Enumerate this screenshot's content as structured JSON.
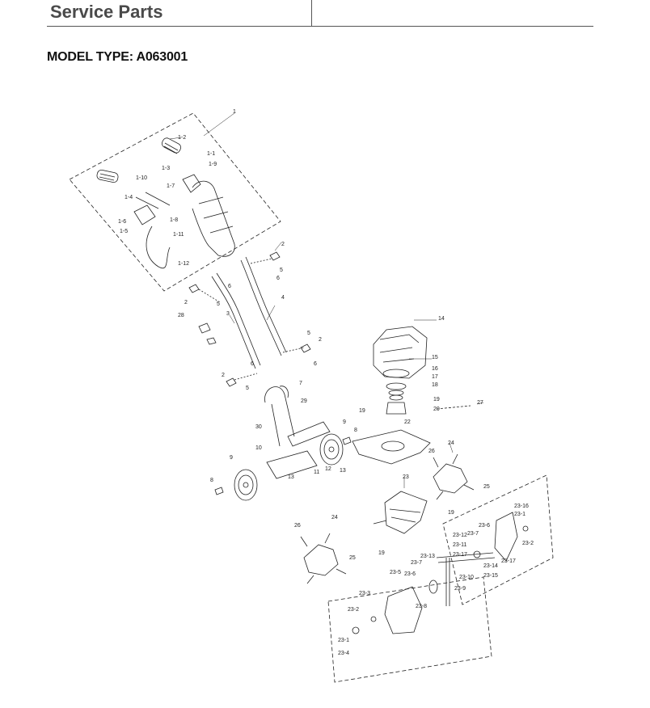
{
  "header": {
    "title": "Service Parts"
  },
  "model": {
    "label": "MODEL TYPE: A063001"
  },
  "diagram": {
    "callouts": [
      {
        "id": "c1",
        "text": "1"
      },
      {
        "id": "c1-1",
        "text": "1-1"
      },
      {
        "id": "c1-2",
        "text": "1-2"
      },
      {
        "id": "c1-3",
        "text": "1-3"
      },
      {
        "id": "c1-9",
        "text": "1-9"
      },
      {
        "id": "c1-10",
        "text": "1-10"
      },
      {
        "id": "c1-7",
        "text": "1-7"
      },
      {
        "id": "c1-4",
        "text": "1-4"
      },
      {
        "id": "c1-6",
        "text": "1-6"
      },
      {
        "id": "c1-8",
        "text": "1-8"
      },
      {
        "id": "c1-5",
        "text": "1-5"
      },
      {
        "id": "c1-11",
        "text": "1-11"
      },
      {
        "id": "c1-12",
        "text": "1-12"
      },
      {
        "id": "c2a",
        "text": "2"
      },
      {
        "id": "c5a",
        "text": "5"
      },
      {
        "id": "c6a",
        "text": "6"
      },
      {
        "id": "c6b",
        "text": "6"
      },
      {
        "id": "c2b",
        "text": "2"
      },
      {
        "id": "c5b",
        "text": "5"
      },
      {
        "id": "c4",
        "text": "4"
      },
      {
        "id": "c3",
        "text": "3"
      },
      {
        "id": "c28",
        "text": "28"
      },
      {
        "id": "c5c",
        "text": "5"
      },
      {
        "id": "c2c",
        "text": "2"
      },
      {
        "id": "c6c",
        "text": "6"
      },
      {
        "id": "c6d",
        "text": "6"
      },
      {
        "id": "c2d",
        "text": "2"
      },
      {
        "id": "c5d",
        "text": "5"
      },
      {
        "id": "c14",
        "text": "14"
      },
      {
        "id": "c15",
        "text": "15"
      },
      {
        "id": "c16",
        "text": "16"
      },
      {
        "id": "c17",
        "text": "17"
      },
      {
        "id": "c18",
        "text": "18"
      },
      {
        "id": "c7",
        "text": "7"
      },
      {
        "id": "c19a",
        "text": "19"
      },
      {
        "id": "c19b",
        "text": "19"
      },
      {
        "id": "c22",
        "text": "22"
      },
      {
        "id": "c20",
        "text": "20"
      },
      {
        "id": "c27",
        "text": "27"
      },
      {
        "id": "c29",
        "text": "29"
      },
      {
        "id": "c9a",
        "text": "9"
      },
      {
        "id": "c8a",
        "text": "8"
      },
      {
        "id": "c30",
        "text": "30"
      },
      {
        "id": "c10",
        "text": "10"
      },
      {
        "id": "c26a",
        "text": "26"
      },
      {
        "id": "c24a",
        "text": "24"
      },
      {
        "id": "c12",
        "text": "12"
      },
      {
        "id": "c13a",
        "text": "13"
      },
      {
        "id": "c11",
        "text": "11"
      },
      {
        "id": "c13b",
        "text": "13"
      },
      {
        "id": "c9b",
        "text": "9"
      },
      {
        "id": "c8b",
        "text": "8"
      },
      {
        "id": "c25a",
        "text": "25"
      },
      {
        "id": "c23",
        "text": "23"
      },
      {
        "id": "c19c",
        "text": "19"
      },
      {
        "id": "c26b",
        "text": "26"
      },
      {
        "id": "c24b",
        "text": "24"
      },
      {
        "id": "c25b",
        "text": "25"
      },
      {
        "id": "c19d",
        "text": "19"
      },
      {
        "id": "c23-16",
        "text": "23-16"
      },
      {
        "id": "c23-1a",
        "text": "23-1"
      },
      {
        "id": "c23-6a",
        "text": "23-6"
      },
      {
        "id": "c23-2a",
        "text": "23-2"
      },
      {
        "id": "c23-7a",
        "text": "23-7"
      },
      {
        "id": "c23-12",
        "text": "23-12"
      },
      {
        "id": "c23-11",
        "text": "23-11"
      },
      {
        "id": "c23-17a",
        "text": "23-17"
      },
      {
        "id": "c23-13",
        "text": "23-13"
      },
      {
        "id": "c23-17b",
        "text": "23-17"
      },
      {
        "id": "c23-14",
        "text": "23-14"
      },
      {
        "id": "c23-15",
        "text": "23-15"
      },
      {
        "id": "c23-10",
        "text": "23-10"
      },
      {
        "id": "c23-7b",
        "text": "23-7"
      },
      {
        "id": "c23-5",
        "text": "23-5"
      },
      {
        "id": "c23-6b",
        "text": "23-6"
      },
      {
        "id": "c23-9",
        "text": "23-9"
      },
      {
        "id": "c23-3",
        "text": "23-3"
      },
      {
        "id": "c23-8",
        "text": "23-8"
      },
      {
        "id": "c23-2b",
        "text": "23-2"
      },
      {
        "id": "c23-1b",
        "text": "23-1"
      },
      {
        "id": "c23-4",
        "text": "23-4"
      }
    ]
  }
}
